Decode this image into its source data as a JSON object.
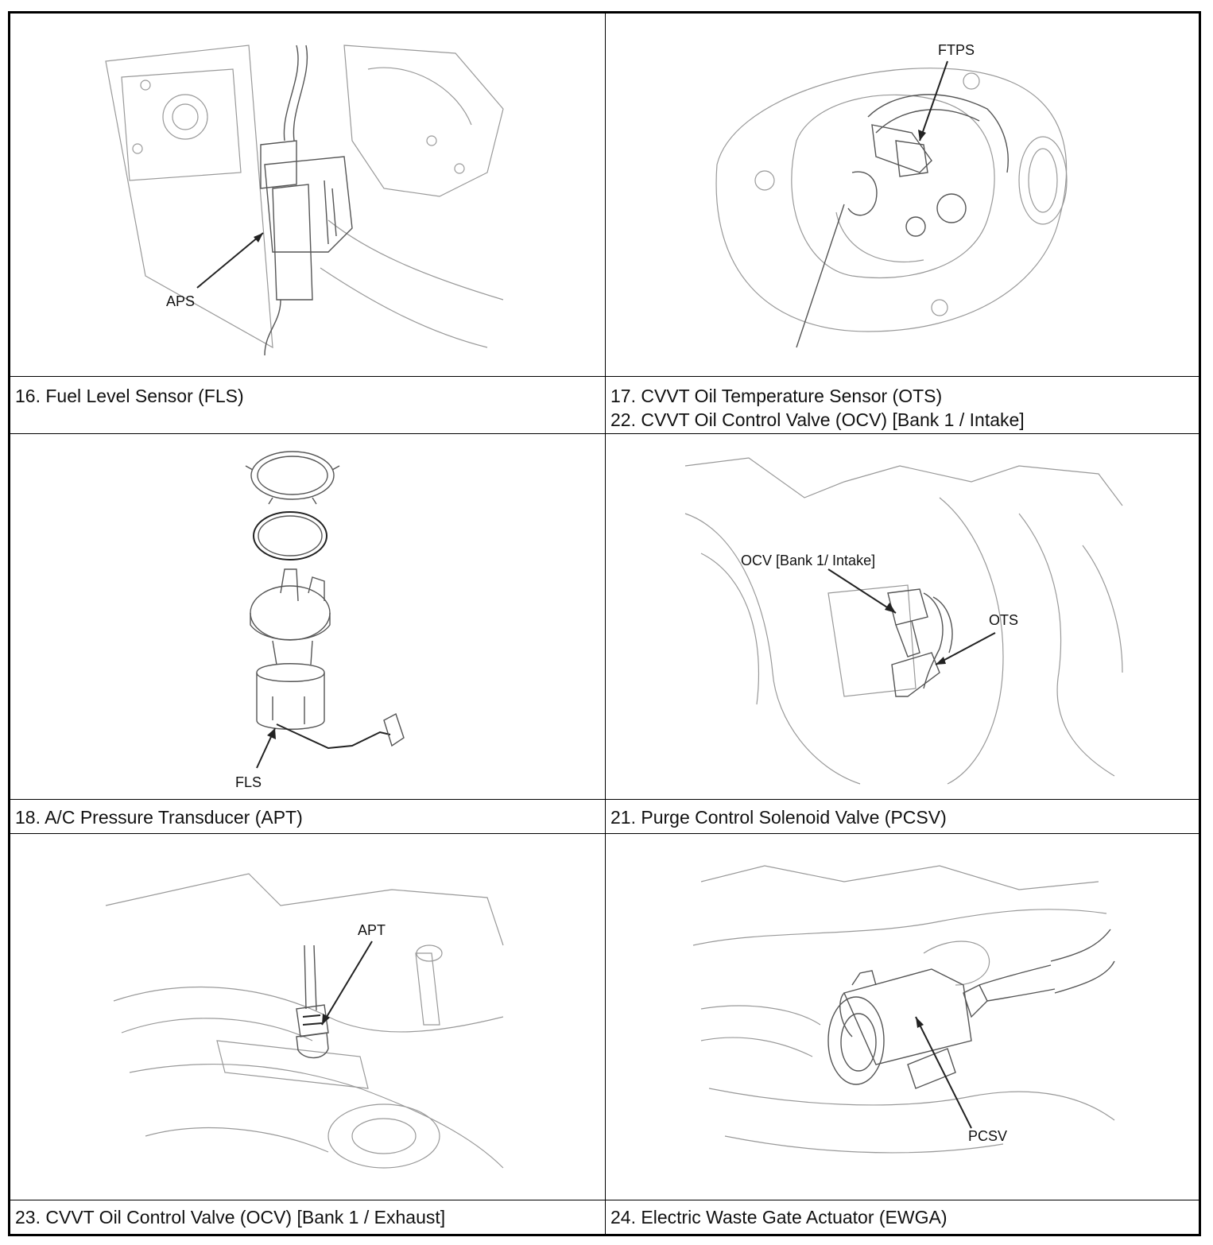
{
  "captions": {
    "r1_left": "16. Fuel Level Sensor (FLS)",
    "r1_right_1": "17. CVVT Oil Temperature Sensor (OTS)",
    "r1_right_2": "22. CVVT Oil Control Valve (OCV) [Bank 1 / Intake]",
    "r2_left": "18. A/C Pressure Transducer (APT)",
    "r2_right": "21. Purge Control Solenoid Valve (PCSV)",
    "r3_left": "23. CVVT Oil Control Valve (OCV) [Bank 1 / Exhaust]",
    "r3_right": "24. Electric Waste Gate Actuator (EWGA)"
  },
  "labels": {
    "aps": "APS",
    "ftps": "FTPS",
    "fls": "FLS",
    "ocv": "OCV [Bank 1/ Intake]",
    "ots": "OTS",
    "apt": "APT",
    "pcsv": "PCSV"
  }
}
